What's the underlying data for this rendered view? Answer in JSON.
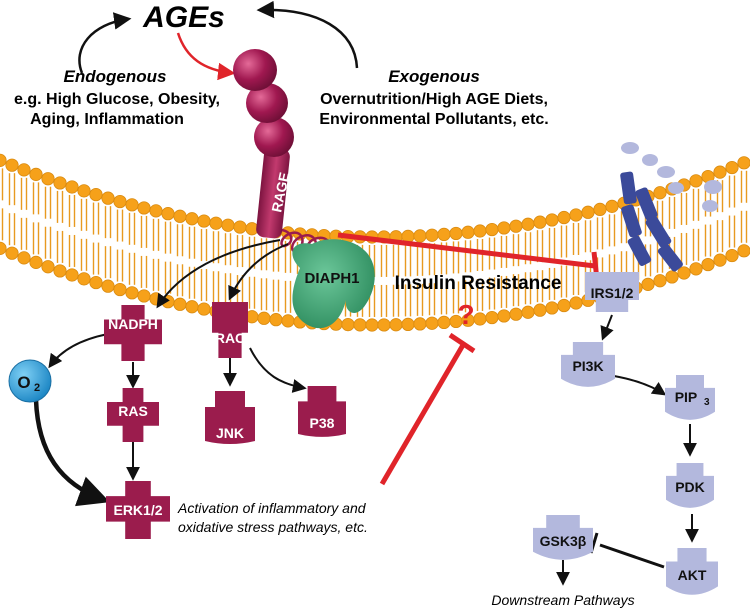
{
  "ages": {
    "title": "AGEs"
  },
  "endogenous": {
    "heading": "Endogenous",
    "line1": "e.g. High Glucose, Obesity,",
    "line2": "Aging, Inflammation"
  },
  "exogenous": {
    "heading": "Exogenous",
    "line1": "Overnutrition/High AGE Diets,",
    "line2": "Environmental Pollutants, etc."
  },
  "receptor": {
    "label": "RAGE"
  },
  "diaph": {
    "label": "DIAPH1"
  },
  "inhibition": {
    "label": "Insulin Resistance",
    "question": "?"
  },
  "rage_pathway": {
    "nadph": "NADPH",
    "rac": "RAC",
    "o2_main": "O",
    "o2_sub": "2",
    "ras": "RAS",
    "jnk": "JNK",
    "p38": "P38",
    "erk": "ERK1/2",
    "activation_line1": "Activation of inflammatory and",
    "activation_line2": "oxidative stress pathways, etc."
  },
  "insulin_pathway": {
    "irs": "IRS1/2",
    "pi3k": "PI3K",
    "pip_main": "PIP",
    "pip_sub": "3",
    "pdk": "PDK",
    "akt": "AKT",
    "gsk": "GSK3β",
    "downstream": "Downstream Pathways"
  },
  "colors": {
    "rage_pathway": "#9b1c4d",
    "rage_ball": "#a01850",
    "insulin_pathway": "#b3b8dd",
    "inhibit": "#d51d2a",
    "membrane_head": "#f6a11a",
    "diaph1": "#3a9a6c",
    "o2": "#2a9fd9",
    "insulin_receptor": "#3b4a9a"
  }
}
